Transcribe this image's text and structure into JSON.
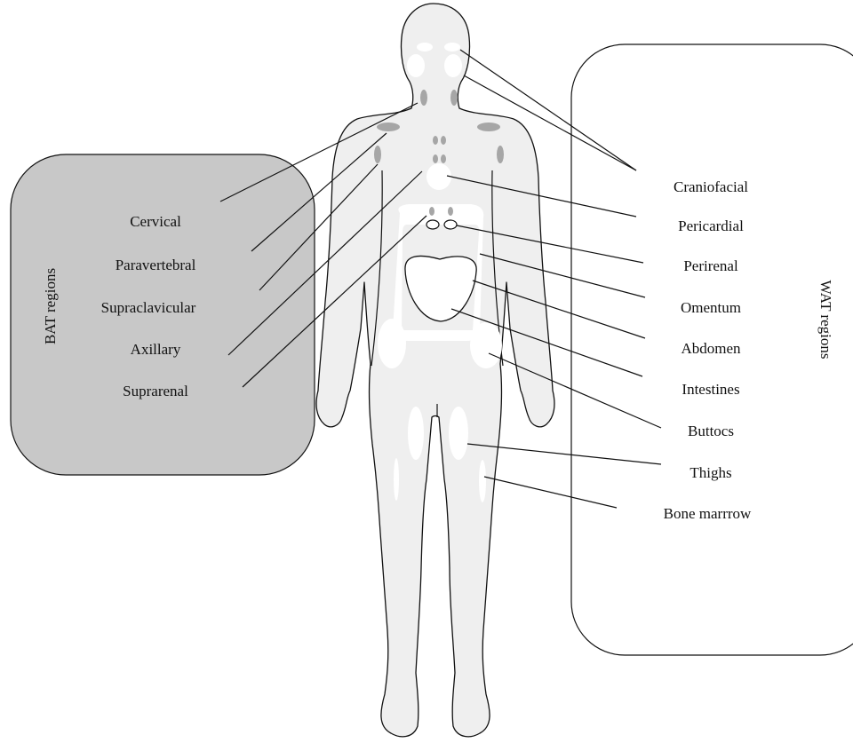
{
  "bat_panel": {
    "title": "BAT regions",
    "fill_color": "#c8c8c8",
    "labels": [
      "Cervical",
      "Paravertebral",
      "Supraclavicular",
      "Axillary",
      "Suprarenal"
    ]
  },
  "wat_panel": {
    "title": "WAT regions",
    "fill_color": "#ffffff",
    "labels": [
      "Craniofacial",
      "Pericardial",
      "Perirenal",
      "Omentum",
      "Abdomen",
      "Intestines",
      "Buttocs",
      "Thighs",
      "Bone marrrow"
    ]
  },
  "colors": {
    "body": "#efefef",
    "bat_depot": "#a6a6a6",
    "wat_depot": "#ffffff",
    "outline": "#111111"
  }
}
